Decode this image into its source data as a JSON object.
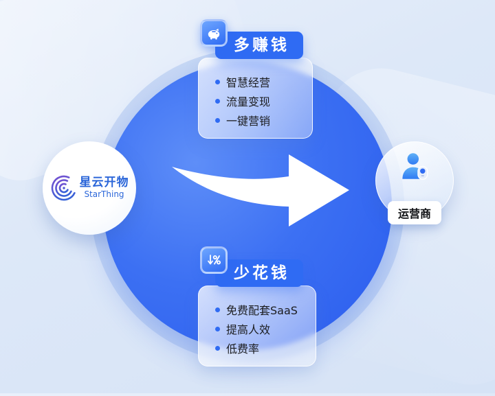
{
  "diagram": {
    "left_node": {
      "brand_cn": "星云开物",
      "brand_en": "StarThing",
      "logo_icon": "starthing-swirl-icon"
    },
    "right_node": {
      "label": "运营商",
      "icon": "operator-person-icon"
    },
    "cards": [
      {
        "title": "多赚钱",
        "icon": "piggy-bank-icon",
        "items": [
          "智慧经营",
          "流量变现",
          "一键营销"
        ]
      },
      {
        "title": "少花钱",
        "icon": "discount-down-icon",
        "items": [
          "免费配套SaaS",
          "提高人效",
          "低费率"
        ]
      }
    ],
    "colors": {
      "accent": "#2f6bf3",
      "circle_gradient_start": "#5e8ef8",
      "circle_gradient_end": "#2a5cee",
      "brand_text": "#2b66d9",
      "background": "#dde8f8"
    }
  }
}
